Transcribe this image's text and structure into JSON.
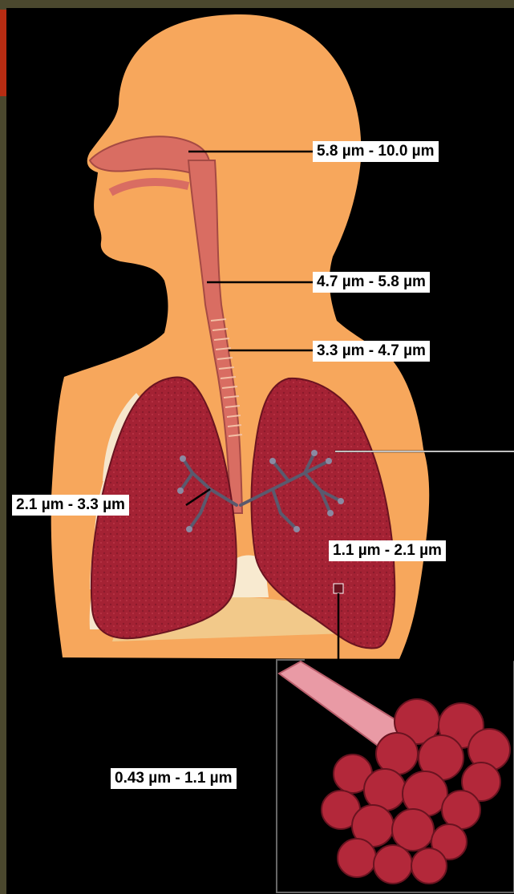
{
  "diagram": {
    "colors": {
      "background": "#000000",
      "frame": "#4b482e",
      "frame_accent": "#b82c12",
      "body": "#f7a75c",
      "airway": "#d96d62",
      "lung": "#a42234",
      "lung_dark": "#6a1320",
      "rib": "#f6e6cc",
      "alveoli": "#b3283a",
      "bronchiole": "#e99aa5",
      "label_bg": "#ffffff",
      "label_text": "#000000"
    },
    "labels": {
      "nasal": "5.8 µm - 10.0 µm",
      "pharynx": "4.7 µm - 5.8 µm",
      "trachea": "3.3 µm - 4.7 µm",
      "bronchi": "2.1 µm - 3.3 µm",
      "bronchioles": "1.1 µm - 2.1 µm",
      "alveoli": "0.43 µm - 1.1 µm"
    }
  }
}
